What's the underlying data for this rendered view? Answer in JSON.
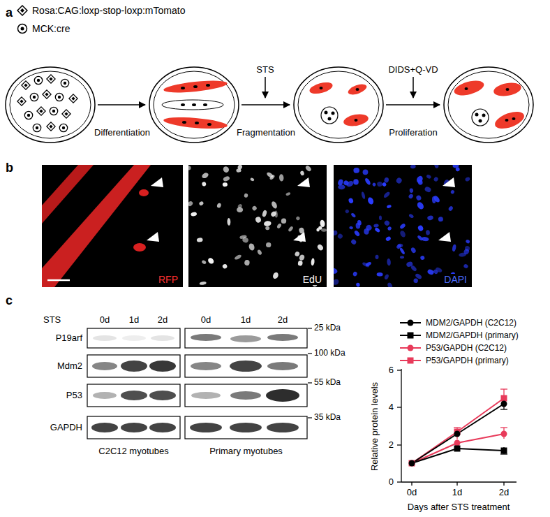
{
  "diagram": {
    "nodes": [
      {
        "text": [
          "RFP"
        ]
      },
      {
        "text": [
          "EdU"
        ]
      },
      {
        "text": [
          "DAPI"
        ]
      },
      {
        "text": [
          "C2C12 myotubes"
        ]
      },
      {
        "text": [
          "Primary myotubes"
        ]
      }
    ],
    "labels": [
      "a",
      "Differentiation",
      "STS",
      "Fragmentation",
      "DIDS+Q-VD",
      "Proliferation",
      "b",
      "c",
      "STS",
      "0d",
      "1d",
      "2d",
      "0d",
      "1d",
      "2d",
      "P19arf",
      "Mdm2",
      "P53",
      "GAPDH",
      "25 kDa",
      "100 kDa",
      "55 kDa",
      "35 kDa",
      "Relative protein levels",
      "0",
      "2",
      "4",
      "6",
      "0d",
      "1d",
      "2d",
      "Days after STS treatment"
    ],
    "legend": [
      {
        "text": "Rosa:CAG:loxp-stop-loxp:mTomato"
      },
      {
        "text": "MCK:cre"
      },
      {
        "text": "MDM2/GAPDH (C2C12)"
      },
      {
        "text": "MDM2/GAPDH (primary)"
      },
      {
        "text": "P53/GAPDH (C2C12)"
      },
      {
        "text": "P53/GAPDH (primary)"
      }
    ]
  }
}
